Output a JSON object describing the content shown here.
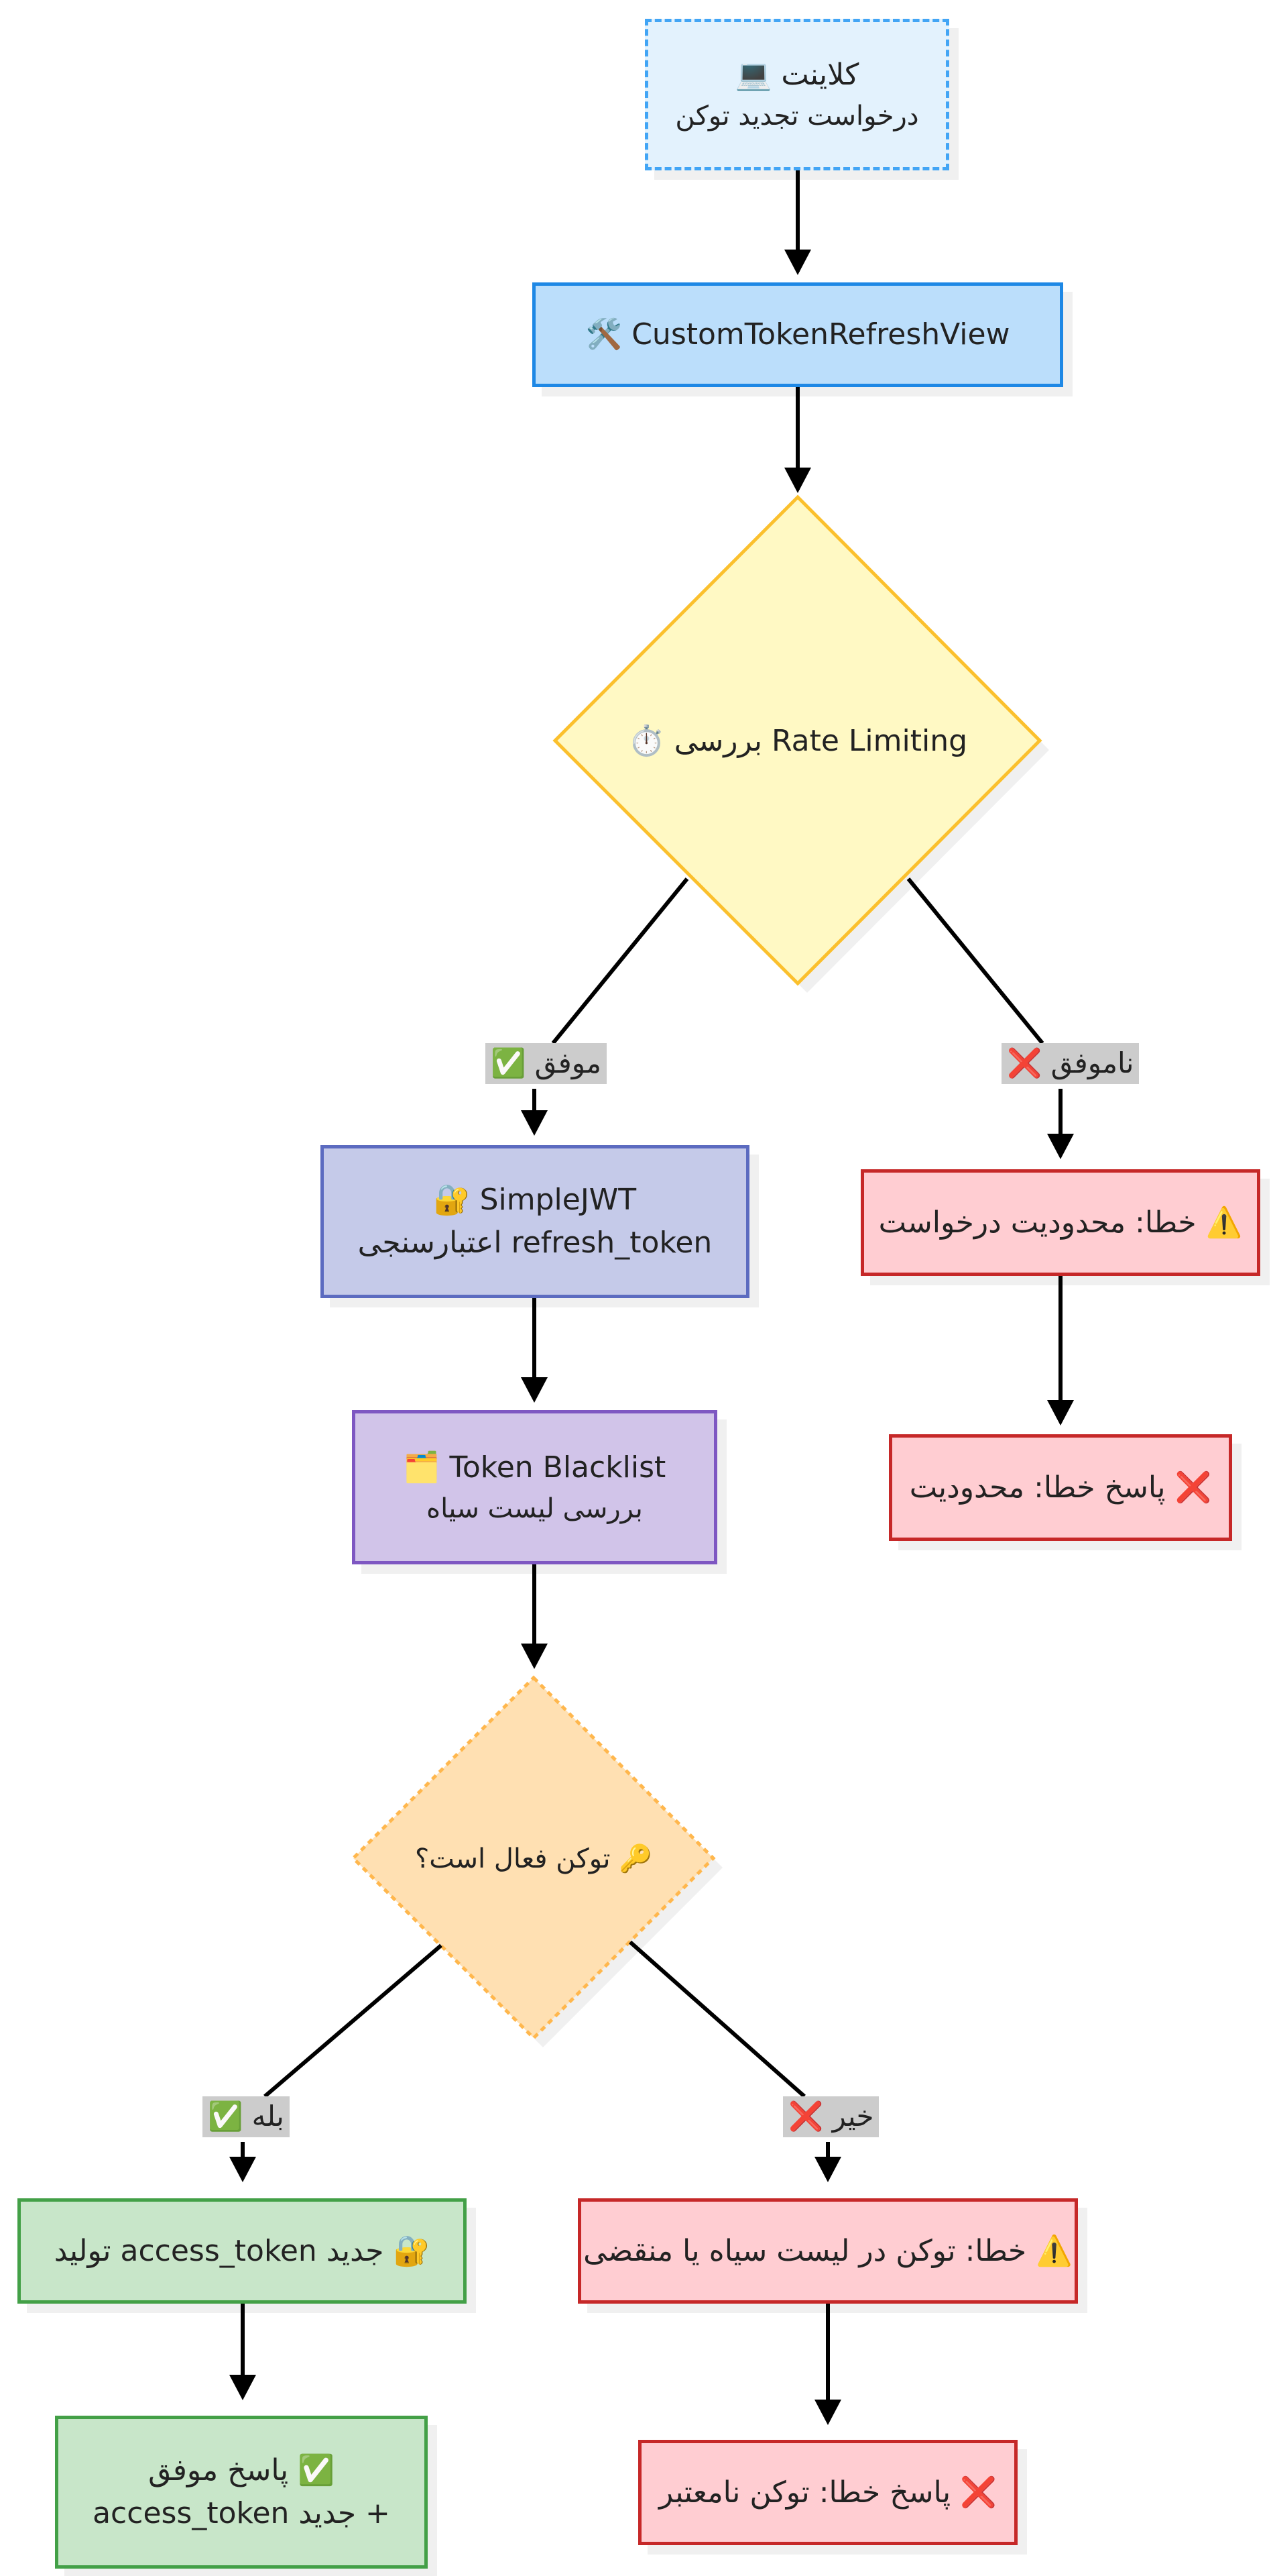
{
  "nodes": {
    "client": {
      "line1": "💻 کلاینت",
      "line2": "درخواست تجدید توکن"
    },
    "refresh_view": {
      "line1": "🛠️ CustomTokenRefreshView"
    },
    "rate_limit": {
      "line1": "⏱️ بررسی Rate Limiting"
    },
    "simplejwt": {
      "line1": "🔐 SimpleJWT",
      "line2": "اعتبارسنجی refresh_token"
    },
    "rate_error": {
      "line1": "خطا: محدودیت درخواست ⚠️"
    },
    "rate_response": {
      "line1": "پاسخ خطا: محدودیت ❌"
    },
    "blacklist": {
      "line1": "🗂️ Token Blacklist",
      "line2": "بررسی لیست سیاه"
    },
    "token_active": {
      "line1": "توکن فعال است؟ 🔑"
    },
    "generate": {
      "line1": "تولید access_token جدید 🔐"
    },
    "blacklist_error": {
      "line1": "خطا: توکن در لیست سیاه یا منقضی ⚠️"
    },
    "success": {
      "line1": "پاسخ موفق ✅",
      "line2": "access_token جدید +"
    },
    "invalid_response": {
      "line1": "پاسخ خطا: توکن نامعتبر ❌"
    }
  },
  "edge_labels": {
    "rate_ok": "✅ موفق",
    "rate_fail": "❌ ناموفق",
    "active_yes": "✅ بله",
    "active_no": "❌ خیر"
  },
  "colors": {
    "client_fill": "#e3f2fd",
    "client_stroke": "#42a5f5",
    "view_fill": "#bbdefb",
    "view_stroke": "#1e88e5",
    "rate_fill": "#fff9c4",
    "rate_stroke": "#fbc02d",
    "jwt_fill": "#c5cae9",
    "jwt_stroke": "#5c6bc0",
    "blacklist_fill": "#d1c4e9",
    "blacklist_stroke": "#7e57c2",
    "active_fill": "#ffe0b2",
    "active_stroke": "#ffb74d",
    "error_fill": "#ffcdd2",
    "error_stroke": "#c62828",
    "success_fill": "#c8e6c9",
    "success_stroke": "#43a047",
    "edge": "#000000"
  }
}
